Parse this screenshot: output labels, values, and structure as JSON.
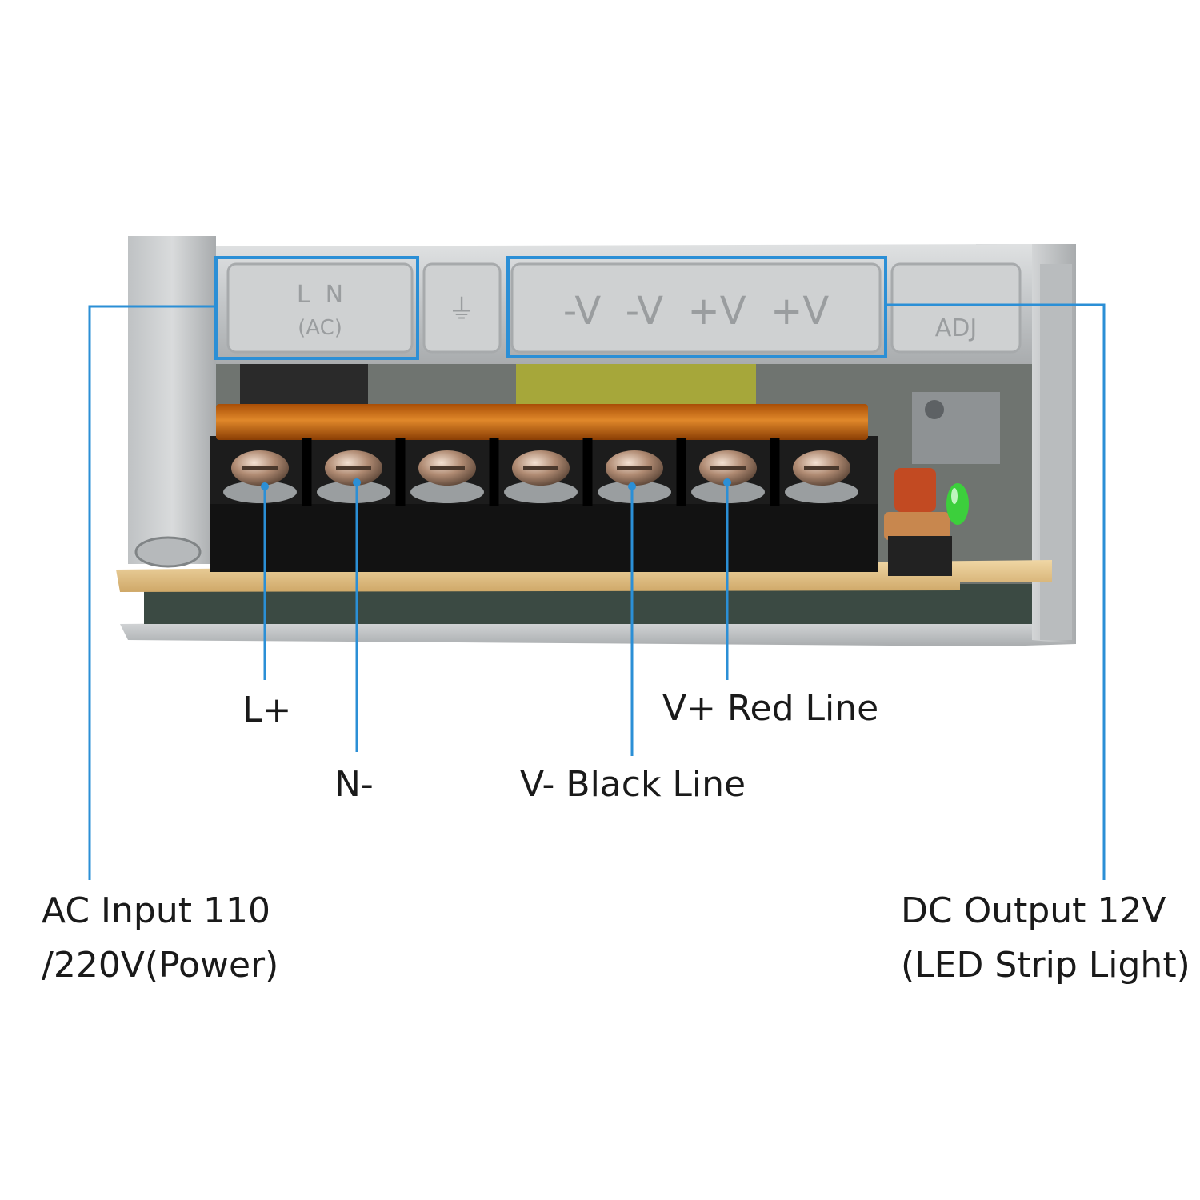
{
  "device": {
    "plate_text": {
      "ac_row": "L  N",
      "ac_sub": "(AC)",
      "ground": "⏚",
      "dc_row": "-V  -V  +V  +V",
      "adj": "ADJ"
    }
  },
  "callouts": {
    "l_plus": "L+",
    "n_minus": "N-",
    "v_plus": "V+ Red Line",
    "v_minus": "V- Black Line",
    "ac_input": {
      "line1": "AC Input 110",
      "line2": "/220V(Power)"
    },
    "dc_output": {
      "line1": "DC Output 12V",
      "line2": "(LED Strip Light)"
    }
  },
  "colors": {
    "callout_line": "#2b8fd6",
    "metal": "#c9cbcc",
    "terminal_block": "#1c1c1c",
    "orange_cover": "#c9660f",
    "pcb": "#e2c48e",
    "led": "#3ccf3c"
  },
  "terminal_count": 7
}
